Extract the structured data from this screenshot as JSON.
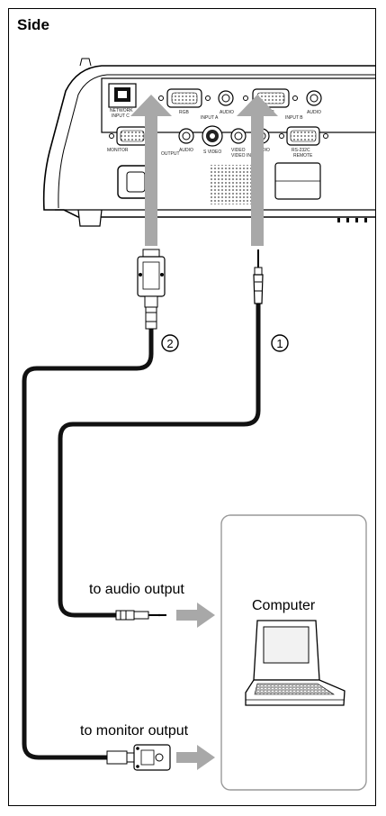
{
  "title": "Side",
  "ports": {
    "network": "NETWORK",
    "input_c": "INPUT C",
    "rgb_a": "RGB",
    "input_a": "INPUT A",
    "audio_a": "AUDIO",
    "rgb_b": "RGB",
    "input_b": "INPUT B",
    "audio_b": "AUDIO",
    "monitor": "MONITOR",
    "output": "OUTPUT",
    "audio_out": "AUDIO",
    "s_video": "S VIDEO",
    "video": "VIDEO",
    "video_in": "VIDEO IN",
    "audio_v": "AUDIO",
    "rs232c": "RS-232C",
    "remote": "REMOTE"
  },
  "cables": {
    "num_2": "2",
    "num_1": "1"
  },
  "labels": {
    "audio_output": "to audio output",
    "monitor_output": "to monitor output",
    "computer": "Computer"
  },
  "colors": {
    "arrow": "#a8a8a8",
    "cable": "#111111",
    "panel_gray": "#bdbdbd"
  }
}
